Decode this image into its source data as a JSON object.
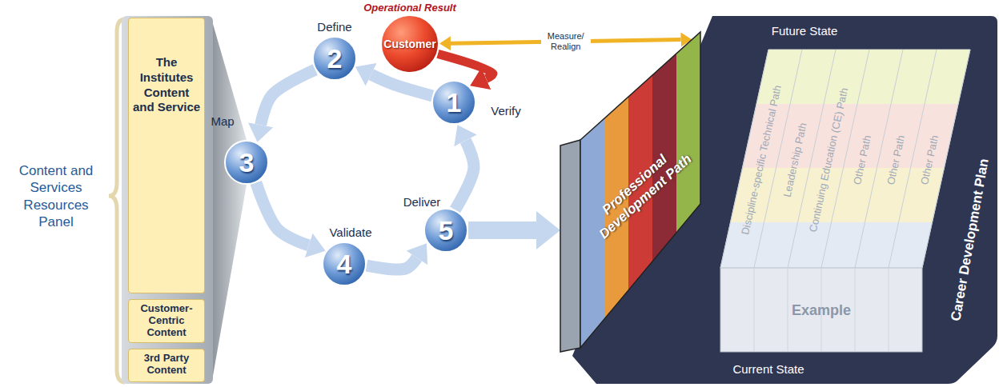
{
  "diagram": {
    "nodes": [
      {
        "text": [
          "Content and Services Resources Panel"
        ]
      },
      {
        "text": [
          "The Institutes Content and Service"
        ],
        "in": 0
      },
      {
        "text": [
          "Customer-Centric Content"
        ],
        "in": 0
      },
      {
        "text": [
          "3rd Party Content"
        ],
        "in": 0
      },
      {
        "text": [
          "1",
          "Verify"
        ]
      },
      {
        "text": [
          "2",
          "Define"
        ]
      },
      {
        "text": [
          "3",
          "Map"
        ]
      },
      {
        "text": [
          "4",
          "Validate"
        ]
      },
      {
        "text": [
          "5",
          "Deliver"
        ]
      },
      {
        "text": [
          "Customer",
          "Operational Result"
        ]
      },
      {
        "text": [
          "Career Development Plan",
          "Future State",
          "Current State"
        ]
      },
      {
        "text": [
          "Professional Development Path"
        ],
        "in": 10
      },
      {
        "text": [
          "Discipline-specific Technical Path",
          "Leadership Path",
          "Continuing Education (CE) Path",
          "Other Path",
          "Other Path",
          "Other Path",
          "Example"
        ],
        "in": 10
      }
    ],
    "edges": [
      {
        "from": 9,
        "to": 4,
        "arrow": "to"
      },
      {
        "from": 4,
        "to": 5,
        "arrow": "to"
      },
      {
        "from": 5,
        "to": 6,
        "arrow": "to"
      },
      {
        "from": 6,
        "to": 7,
        "arrow": "to"
      },
      {
        "from": 7,
        "to": 8,
        "arrow": "to"
      },
      {
        "from": 8,
        "to": 4,
        "arrow": "to"
      },
      {
        "from": 0,
        "to": 6,
        "arrow": "none"
      },
      {
        "from": 8,
        "to": 11,
        "arrow": "to"
      },
      {
        "from": 9,
        "to": 11,
        "label": "Measure/ Realign",
        "arrow": "both"
      }
    ]
  }
}
